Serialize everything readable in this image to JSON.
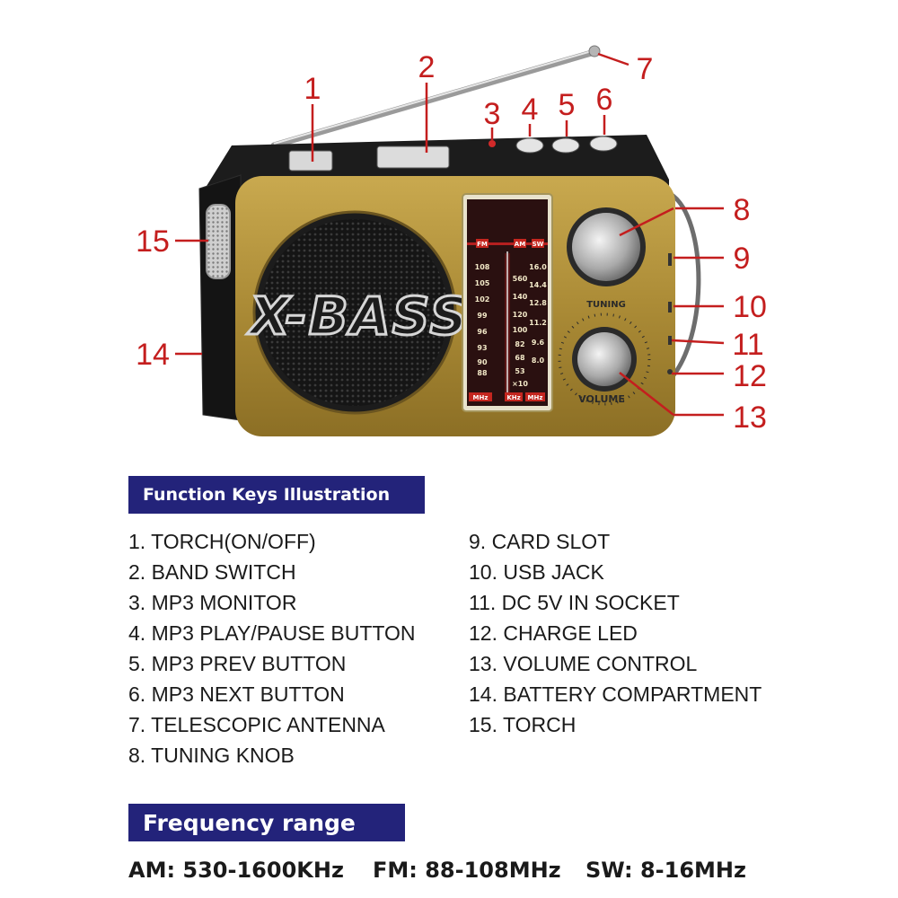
{
  "figure": {
    "callouts": [
      "1",
      "2",
      "3",
      "4",
      "5",
      "6",
      "7",
      "8",
      "9",
      "10",
      "11",
      "12",
      "13",
      "14",
      "15"
    ],
    "speaker_logo": "X-BASS",
    "knob_labels": {
      "tuning": "TUNING",
      "volume": "VOLUME"
    },
    "dial": {
      "fm_header": "FM",
      "am_header": "AM",
      "sw_header": "SW",
      "fm_scale": [
        "108",
        "105",
        "102",
        "99",
        "96",
        "93",
        "90",
        "88"
      ],
      "am_scale": [
        "560",
        "140",
        "120",
        "100",
        "82",
        "68",
        "53",
        "×10"
      ],
      "sw_scale": [
        "16.0",
        "14.4",
        "12.8",
        "11.2",
        "9.6",
        "8.0"
      ],
      "units": [
        "MHz",
        "KHz",
        "MHz"
      ]
    },
    "colors": {
      "body": "#b08f3a",
      "callout": "#c41e1e",
      "banner": "#23237a"
    }
  },
  "function_keys": {
    "title": "Function Keys Illustration",
    "left": [
      "1. TORCH(ON/OFF)",
      "2. BAND SWITCH",
      "3. MP3 MONITOR",
      "4. MP3 PLAY/PAUSE BUTTON",
      "5. MP3 PREV BUTTON",
      "6. MP3 NEXT BUTTON",
      "7. TELESCOPIC ANTENNA",
      "8. TUNING KNOB"
    ],
    "right": [
      "9. CARD SLOT",
      "10. USB JACK",
      "11. DC 5V IN SOCKET",
      "12. CHARGE LED",
      "13. VOLUME CONTROL",
      "14. BATTERY COMPARTMENT",
      "15. TORCH"
    ]
  },
  "frequency": {
    "title": "Frequency range",
    "am": "AM: 530-1600KHz",
    "fm": "FM: 88-108MHz",
    "sw": "SW: 8-16MHz"
  }
}
